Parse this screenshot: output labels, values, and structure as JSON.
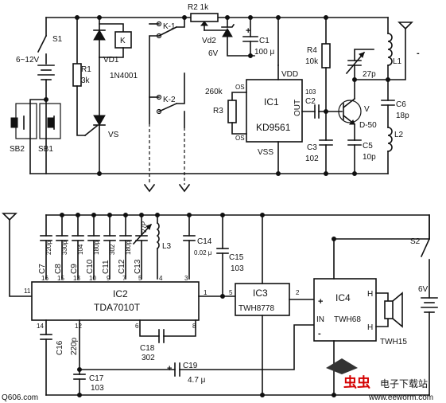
{
  "top": {
    "switch_s1": "S1",
    "supply": "6~12V",
    "sb2": "SB2",
    "sb1": "SB1",
    "r1": "R1",
    "r1_val": "3k",
    "vd1": "VD1",
    "vd1_part": "1N4001",
    "relay": "K",
    "vs": "VS",
    "k1": "K-1",
    "k2": "K-2",
    "r2": "R2 1k",
    "vd2": "Vd2",
    "vd2_val": "6V",
    "c1": "C1",
    "c1_val": "100 μ",
    "r3_val": "260k",
    "r3": "R3",
    "os1": "OS",
    "os2": "OS",
    "ic1": "IC1",
    "ic1_part": "KD9561",
    "vdd": "VDD",
    "vss": "VSS",
    "out": "OUT",
    "pin103": "103",
    "c2": "C2",
    "r4": "R4",
    "r4_val": "10k",
    "c3": "C3",
    "c3_val": "102",
    "cv_val": "27p",
    "transistor": "V",
    "transistor_part": "D-50",
    "c5": "C5",
    "c5_val": "10p",
    "l1": "L1",
    "c6": "C6",
    "c6_val": "18p",
    "l2": "L2",
    "dash": "-"
  },
  "bottom": {
    "c7": "C7",
    "c7_val": "220p",
    "c8": "C8",
    "c8_val": "330p",
    "c9": "C9",
    "c9_val": "104",
    "c10": "C10",
    "c10_val": "180p",
    "c11": "C11",
    "c11_val": "302",
    "c12": "C12",
    "c12_val": "180p",
    "c13": "C13",
    "c13_val": "27P",
    "l3": "L3",
    "c14": "C14",
    "c14_val": "0.02 μ",
    "c15": "C15",
    "c15_val": "103",
    "pins_top": [
      "16",
      "15",
      "13",
      "10",
      "9",
      "7",
      "5",
      "4",
      "3"
    ],
    "pin11": "11",
    "pin14": "14",
    "pin12": "12",
    "pin6": "6",
    "pin8": "8",
    "pin1": "1",
    "pin5": "5",
    "pin2": "2",
    "ic2": "IC2",
    "ic2_part": "TDA7010T",
    "ic3": "IC3",
    "ic3_part": "TWH8778",
    "ic4": "IC4",
    "ic4_part": "TWH68",
    "h1": "H",
    "h2": "H",
    "plus": "+",
    "in": "IN",
    "minus": "-",
    "speaker": "TWH15",
    "switch_s2": "S2",
    "battery": "6V",
    "c16": "C16",
    "c16_val": "220p",
    "c17": "C17",
    "c17_val": "103",
    "c18": "C18",
    "c18_val": "302",
    "c19": "C19",
    "c19_val": "4.7 μ",
    "c19_plus": "+"
  },
  "watermark": {
    "left": "Q606.com",
    "brand_glyphs": "虫虫",
    "brand_text": "电子下载站",
    "url": "www.eeworm.com"
  }
}
